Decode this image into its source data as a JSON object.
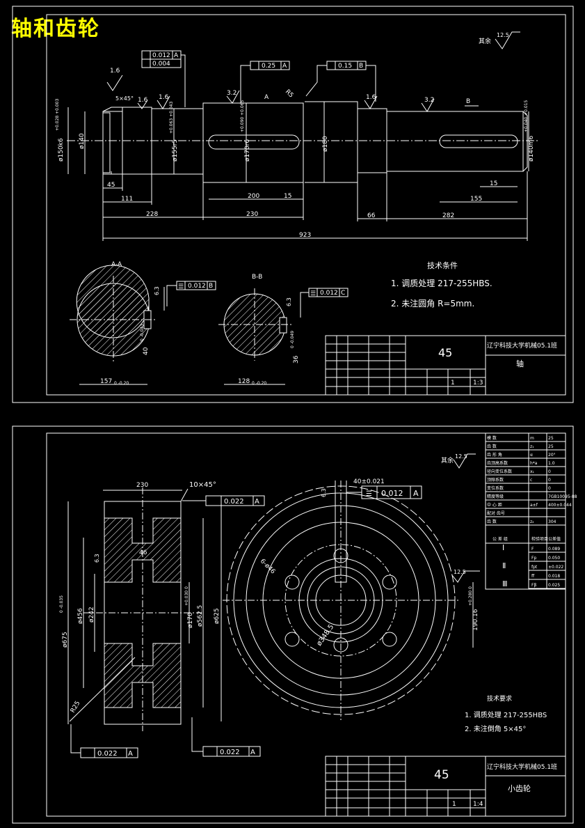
{
  "title": "轴和齿轮",
  "shaft": {
    "surface_rest": "其余",
    "roughness_rest": "12.5",
    "tol_frame_1a": "0.012",
    "tol_frame_1b": "0.004",
    "tol_frame_2": "0.25",
    "tol_frame_3": "0.15",
    "datum_a": "A",
    "datum_b": "B",
    "rough_1": "1.6",
    "rough_2": "1.6",
    "rough_3": "1.6",
    "rough_4": "3.2",
    "rough_5": "1.6",
    "rough_6": "3.2",
    "chamfer": "5×45°",
    "radius": "R5",
    "dim_150k6": "ø150k6",
    "dim_150k6_tol": "+0.028 +0.003",
    "dim_140": "ø140",
    "dim_155r5": "ø155r5",
    "dim_155r5_tol": "+0.063 +0.043",
    "dim_170r6": "ø170r6",
    "dim_170r6_tol": "+0.090 +0.065",
    "dim_180": "ø180",
    "dim_140m6": "ø140m6",
    "dim_140m6_tol": "+0.040 +0.015",
    "len_45": "45",
    "len_111": "111",
    "len_228": "228",
    "len_200": "200",
    "len_15a": "15",
    "len_230": "230",
    "len_66": "66",
    "len_155": "155",
    "len_15b": "15",
    "len_282": "282",
    "len_923": "923",
    "tech_title": "技术条件",
    "tech_1": "1. 调质处理  217-255HBS.",
    "tech_2": "2. 未注圆角  R=5mm.",
    "section_aa": "A-A",
    "section_bb": "B-B",
    "sec_a_tol": "0.012",
    "sec_a_datum": "B",
    "sec_b_tol": "0.012",
    "sec_b_datum": "C",
    "sec_a_rough": "6.3",
    "sec_b_rough": "6.3",
    "sec_a_dim_w": "157",
    "sec_a_dim_w_tol": "0 -0.20",
    "sec_a_dim_k": "40",
    "sec_a_dim_k_tol": "0 -0.043",
    "sec_b_dim_w": "128",
    "sec_b_dim_w_tol": "0 -0.20",
    "sec_b_dim_k": "36",
    "sec_b_dim_k_tol": "0 -0.049",
    "tb_material": "45",
    "tb_school": "辽宁科技大学机械05.1班",
    "tb_part": "轴",
    "tb_qty": "1",
    "tb_scale": "1:3"
  },
  "gear": {
    "surface_rest": "其余",
    "roughness_rest": "12.5",
    "width_230": "230",
    "chamfer": "10×45°",
    "runout_top": "0.022",
    "runout_top_datum": "A",
    "runout_bl": "0.022",
    "runout_bl_datum": "A",
    "runout_br": "0.022",
    "runout_br_datum": "A",
    "keyway_sym": "0.012",
    "keyway_sym_datum": "A",
    "keyway_width": "40±0.021",
    "dim_675": "ø675",
    "dim_675_tol": "0 -0.035",
    "dim_456": "ø456",
    "dim_242": "ø242",
    "dim_170": "ø170",
    "dim_170_tol": "+0.030 0",
    "dim_562": "ø562.5",
    "dim_625": "ø625",
    "dim_46": "46",
    "r_25": "R25",
    "holes": "6-ø46",
    "pcd": "ø348.5",
    "hub_dim": "190.16",
    "hub_dim_tol": "+0.280 0",
    "rough_63a": "6.3",
    "rough_63b": "6.3",
    "rough_125": "12.5",
    "tech_title": "技术要求",
    "tech_1": "1. 调质处理  217-255HBS",
    "tech_2": "2. 未注倒角  5×45°",
    "tb_material": "45",
    "tb_school": "辽宁科技大学机械05.1班",
    "tb_part": "小齿轮",
    "tb_qty": "1",
    "tb_scale": "1:4",
    "params": [
      [
        "模    数",
        "m",
        "25"
      ],
      [
        "齿    数",
        "z₁",
        "25"
      ],
      [
        "齿 形 角",
        "α",
        "20°"
      ],
      [
        "齿顶高系数",
        "h*a",
        "1.0"
      ],
      [
        "径向变位系数",
        "x₁",
        "0"
      ],
      [
        "顶隙系数",
        "c",
        "0"
      ],
      [
        "变位系数",
        "",
        "0"
      ],
      [
        "精度等级",
        "",
        "7GB10095-88"
      ],
      [
        "中 心 距",
        "a±f",
        "400±0.044"
      ],
      [
        "配对 齿号",
        "",
        ""
      ],
      [
        "齿    数",
        "z₂",
        "304"
      ]
    ],
    "tol_groups": [
      [
        "Ⅰ",
        "F",
        "0.089"
      ],
      [
        "",
        "Fp",
        "0.050"
      ],
      [
        "Ⅱ",
        "fpt",
        "±0.022"
      ],
      [
        "",
        "ff",
        "0.018"
      ],
      [
        "Ⅲ",
        "Fβ",
        "0.025"
      ]
    ],
    "tol_header_1": "公 差 组",
    "tol_header_2": "检验项目",
    "tol_header_3": "公差值"
  }
}
